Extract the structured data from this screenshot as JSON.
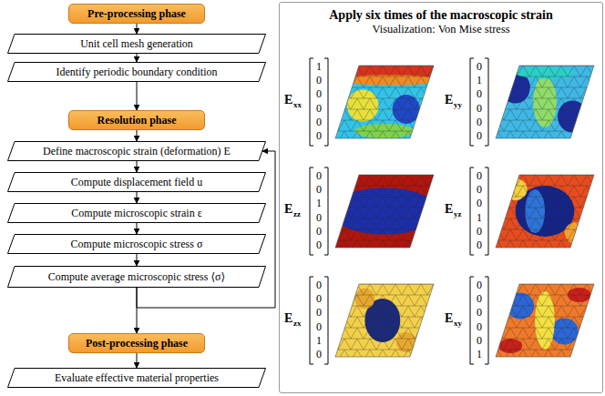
{
  "diagram": {
    "nodes": [
      {
        "text": [
          "Pre-processing phase"
        ]
      },
      {
        "text": [
          "Unit cell mesh generation"
        ]
      },
      {
        "text": [
          "Identify periodic boundary condition"
        ]
      },
      {
        "text": [
          "Resolution phase"
        ]
      },
      {
        "text": [
          "Define macroscopic strain (deformation) E"
        ]
      },
      {
        "text": [
          "Compute displacement field u"
        ]
      },
      {
        "text": [
          "Compute microscopic strain ε"
        ]
      },
      {
        "text": [
          "Compute microscopic stress σ"
        ]
      },
      {
        "text": [
          "Compute average microscopic stress ⟨σ⟩"
        ]
      },
      {
        "text": [
          "Post-processing phase"
        ]
      },
      {
        "text": [
          "Evaluate effective material properties"
        ]
      },
      {
        "text": [
          "Apply six times of the macroscopic strain",
          "Visualization: Von Mise stress"
        ]
      }
    ],
    "edges": [
      {
        "from": 0,
        "to": 1,
        "arrow": "to"
      },
      {
        "from": 1,
        "to": 2,
        "arrow": "to"
      },
      {
        "from": 2,
        "to": 3,
        "arrow": "to"
      },
      {
        "from": 3,
        "to": 4,
        "arrow": "to"
      },
      {
        "from": 4,
        "to": 5,
        "arrow": "to"
      },
      {
        "from": 5,
        "to": 6,
        "arrow": "to"
      },
      {
        "from": 6,
        "to": 7,
        "arrow": "to"
      },
      {
        "from": 7,
        "to": 8,
        "arrow": "to"
      },
      {
        "from": 8,
        "to": 9,
        "arrow": "to"
      },
      {
        "from": 9,
        "to": 10,
        "arrow": "to"
      },
      {
        "from": 8,
        "to": 4,
        "arrow": "to"
      }
    ],
    "labels": [
      "E",
      "xx",
      "1",
      "0",
      "0",
      "0",
      "0",
      "0",
      "E",
      "yy",
      "0",
      "1",
      "0",
      "0",
      "0",
      "0",
      "E",
      "zz",
      "0",
      "0",
      "1",
      "0",
      "0",
      "0",
      "E",
      "yz",
      "0",
      "0",
      "0",
      "1",
      "0",
      "0",
      "E",
      "zx",
      "0",
      "0",
      "0",
      "0",
      "1",
      "0",
      "E",
      "xy",
      "0",
      "0",
      "0",
      "0",
      "0",
      "1"
    ]
  }
}
